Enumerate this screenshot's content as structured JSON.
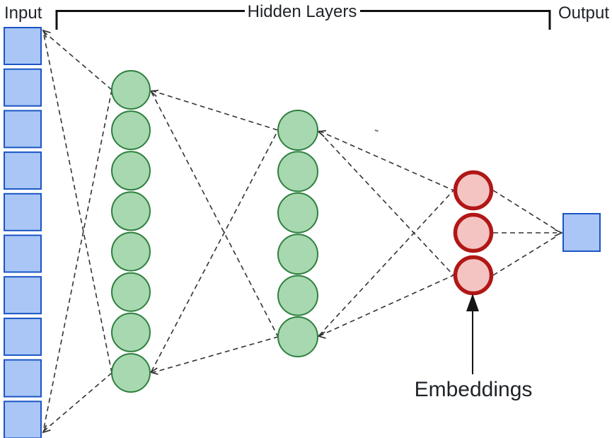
{
  "labels": {
    "input": "Input",
    "hidden": "Hidden Layers",
    "output": "Output",
    "embeddings": "Embeddings"
  },
  "network": {
    "layers": [
      {
        "name": "input",
        "shape": "square",
        "count": 10,
        "fill": "#a9c6f7",
        "stroke": "#1a55c5"
      },
      {
        "name": "hidden-1",
        "shape": "circle",
        "count": 8,
        "fill": "#a8d8af",
        "stroke": "#2e8040"
      },
      {
        "name": "hidden-2",
        "shape": "circle",
        "count": 6,
        "fill": "#a8d8af",
        "stroke": "#2e8040"
      },
      {
        "name": "embeddings",
        "shape": "circle",
        "count": 3,
        "fill": "#f4c4c3",
        "stroke": "#b01716"
      },
      {
        "name": "output",
        "shape": "square",
        "count": 1,
        "fill": "#a9c6f7",
        "stroke": "#1a55c5"
      }
    ],
    "connector_color": "#333333",
    "bracket_color": "#111111",
    "pointer_color": "#141414"
  }
}
